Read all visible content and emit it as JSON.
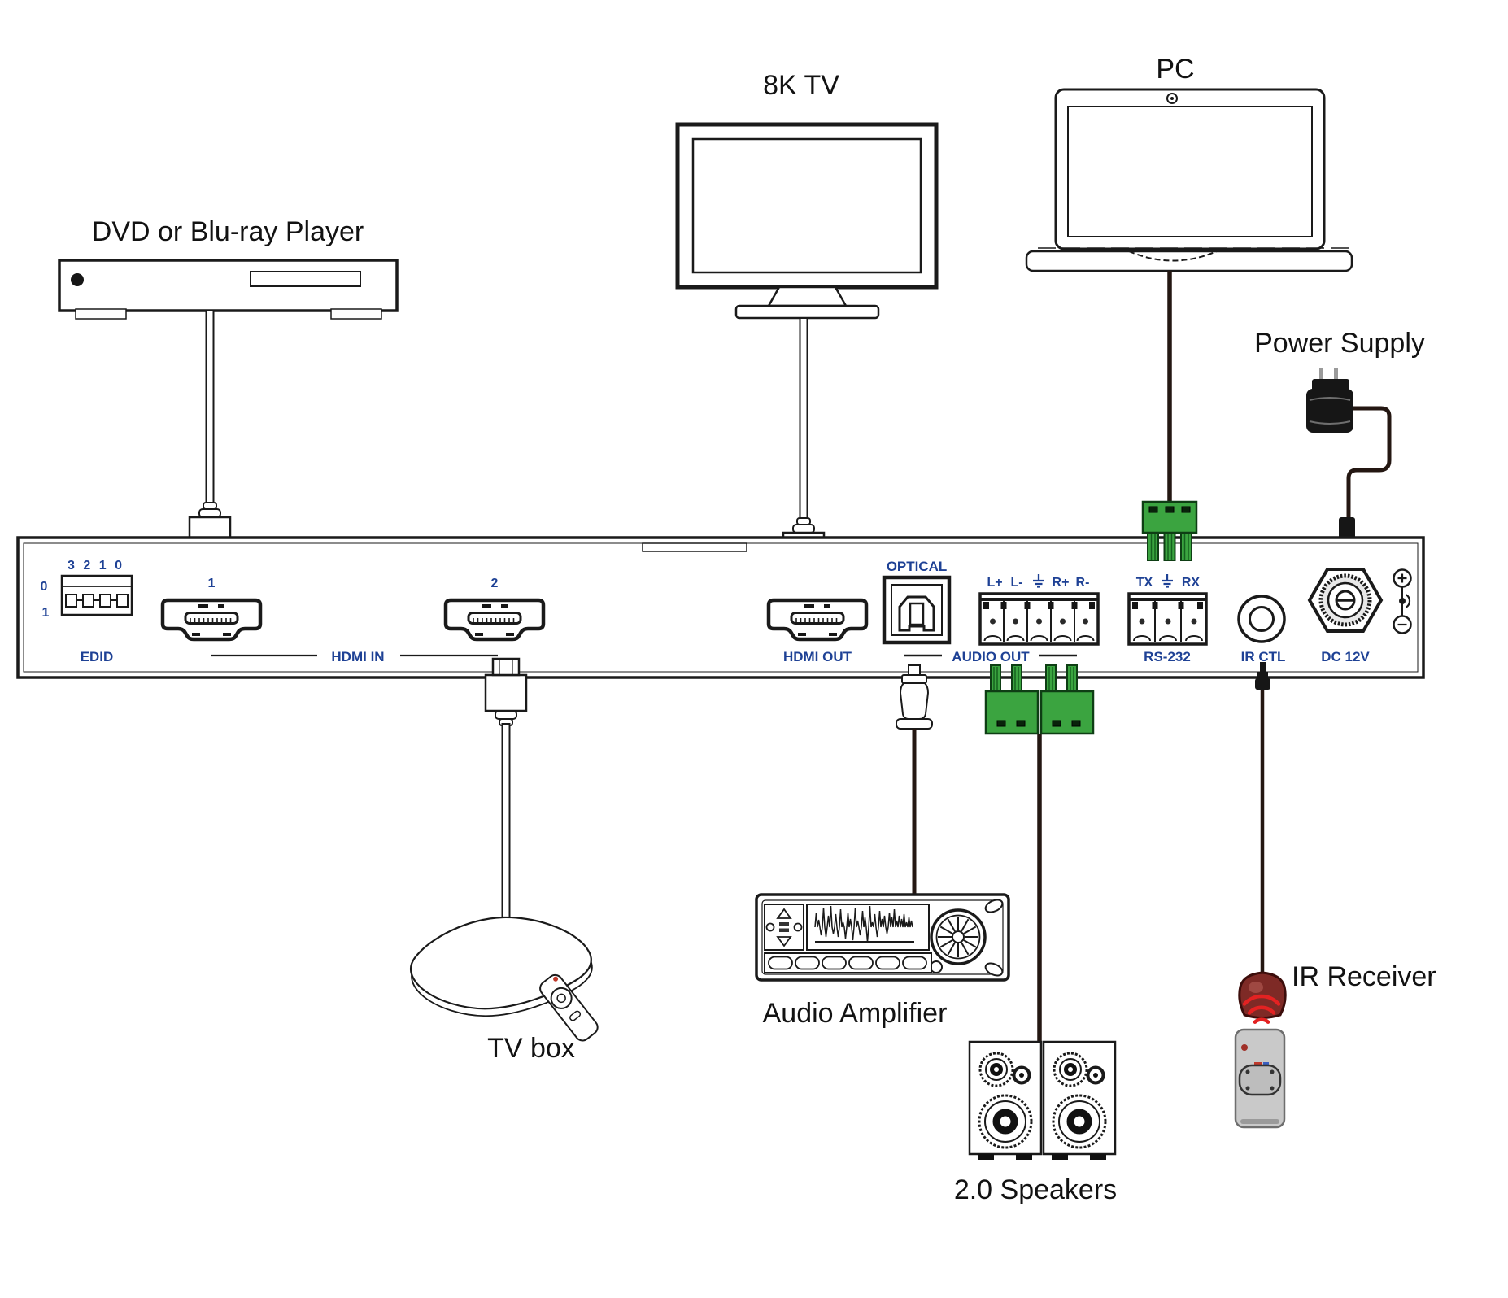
{
  "labels": {
    "dvd": "DVD or Blu-ray Player",
    "tv": "8K TV",
    "pc": "PC",
    "power": "Power Supply",
    "amplifier": "Audio Amplifier",
    "tv_box": "TV box",
    "speakers": "2.0 Speakers",
    "ir_receiver": "IR Receiver"
  },
  "panel": {
    "edid": {
      "dip_numbers": "3 2 1 0",
      "row0": "0",
      "row1": "1",
      "label": "EDID"
    },
    "hdmi_in": {
      "port1": "1",
      "port2": "2",
      "label": "HDMI IN"
    },
    "hdmi_out": {
      "label": "HDMI OUT"
    },
    "optical": {
      "label": "OPTICAL"
    },
    "audio_out": {
      "label": "AUDIO OUT",
      "pins": [
        "L+",
        "L-",
        "R+",
        "R-"
      ]
    },
    "rs232": {
      "tx": "TX",
      "rx": "RX",
      "label": "RS-232"
    },
    "ir_ctl": {
      "label": "IR CTL"
    },
    "dc": {
      "label": "DC 12V"
    }
  },
  "colors": {
    "port_label_blue": "#1e4195",
    "phoenix_green": "#3BA440",
    "ir_wave_red": "#e32222",
    "ir_bulb_red": "#7e2a26",
    "line_black": "#1a1a1a"
  }
}
